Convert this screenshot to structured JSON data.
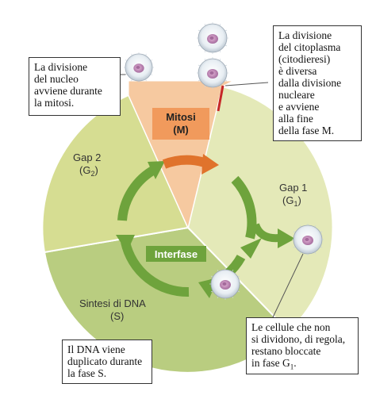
{
  "phases": {
    "mitosi": {
      "name": "Mitosi",
      "symbol": "(M)"
    },
    "gap2": {
      "name": "Gap 2",
      "symbol": "(G",
      "sub": "2",
      "close": ")"
    },
    "gap1": {
      "name": "Gap 1",
      "symbol": "(G",
      "sub": "1",
      "close": ")"
    },
    "sintesi": {
      "name": "Sintesi di DNA",
      "symbol": "(S)"
    },
    "interfase": {
      "name": "Interfase"
    }
  },
  "callouts": {
    "nucleus": "La divisione\ndel nucleo\navviene durante\nla mitosi.",
    "cytoplasm": "La divisione\ndel citoplasma\n(citodieresi)\nè diversa\ndalla divisione\nnucleare\ne avviene\nalla fine\ndella fase M.",
    "dna": "Il DNA viene\nduplicato durante\nla fase S.",
    "g1_line1": "Le cellule che non\nsi dividono, di regola,\nrestano bloccate\nin fase G",
    "g1_sub": "1",
    "g1_end": "."
  },
  "colors": {
    "mitosi": "#f6c9a0",
    "gap2": "#d6dd92",
    "gap1": "#e4e9b8",
    "sintesi": "#b9cd80",
    "arrow": "#6ea33c",
    "arrow_dark": "#3f7a1f",
    "orange_arrow": "#e0732c",
    "label_box": "#f19a5c"
  }
}
